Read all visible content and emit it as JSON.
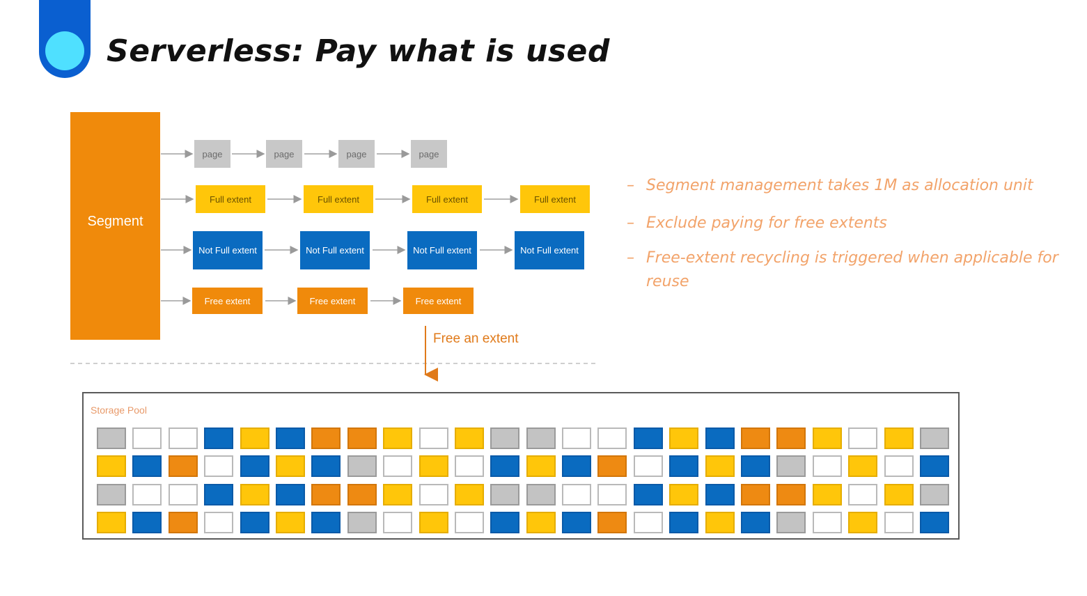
{
  "title": "Serverless: Pay what is used",
  "colors": {
    "accent_blue": "#0a6bc0",
    "accent_cyan": "#4fe0ff",
    "segment_orange": "#f08a0b",
    "full_yellow": "#ffc60a",
    "page_gray": "#c8c8c8",
    "bullet_text": "#f2a36a"
  },
  "diagram": {
    "segment_label": "Segment",
    "rows": {
      "pages": [
        "page",
        "page",
        "page",
        "page"
      ],
      "full_extents": [
        "Full extent",
        "Full extent",
        "Full extent",
        "Full extent"
      ],
      "not_full_extents": [
        "Not Full extent",
        "Not Full extent",
        "Not Full extent",
        "Not Full extent"
      ],
      "free_extents": [
        "Free extent",
        "Free extent",
        "Free extent"
      ]
    },
    "free_action_label": "Free an extent"
  },
  "bullets": [
    "Segment management takes 1M as allocation unit",
    "Exclude paying for free extents",
    "Free-extent recycling is triggered when applicable for reuse"
  ],
  "bullet_marker": "–",
  "storage_pool": {
    "label": "Storage Pool",
    "rows": [
      [
        "g",
        "w",
        "w",
        "b",
        "y",
        "b",
        "o",
        "o",
        "y",
        "w",
        "y",
        "g",
        "g",
        "w",
        "w",
        "b",
        "y",
        "b",
        "o",
        "o",
        "y",
        "w",
        "y",
        "g"
      ],
      [
        "y",
        "b",
        "o",
        "w",
        "b",
        "y",
        "b",
        "g",
        "w",
        "y",
        "w",
        "b",
        "y",
        "b",
        "o",
        "w",
        "b",
        "y",
        "b",
        "g",
        "w",
        "y",
        "w",
        "b"
      ],
      [
        "g",
        "w",
        "w",
        "b",
        "y",
        "b",
        "o",
        "o",
        "y",
        "w",
        "y",
        "g",
        "g",
        "w",
        "w",
        "b",
        "y",
        "b",
        "o",
        "o",
        "y",
        "w",
        "y",
        "g"
      ],
      [
        "y",
        "b",
        "o",
        "w",
        "b",
        "y",
        "b",
        "g",
        "w",
        "y",
        "w",
        "b",
        "y",
        "b",
        "o",
        "w",
        "b",
        "y",
        "b",
        "g",
        "w",
        "y",
        "w",
        "b"
      ]
    ]
  }
}
